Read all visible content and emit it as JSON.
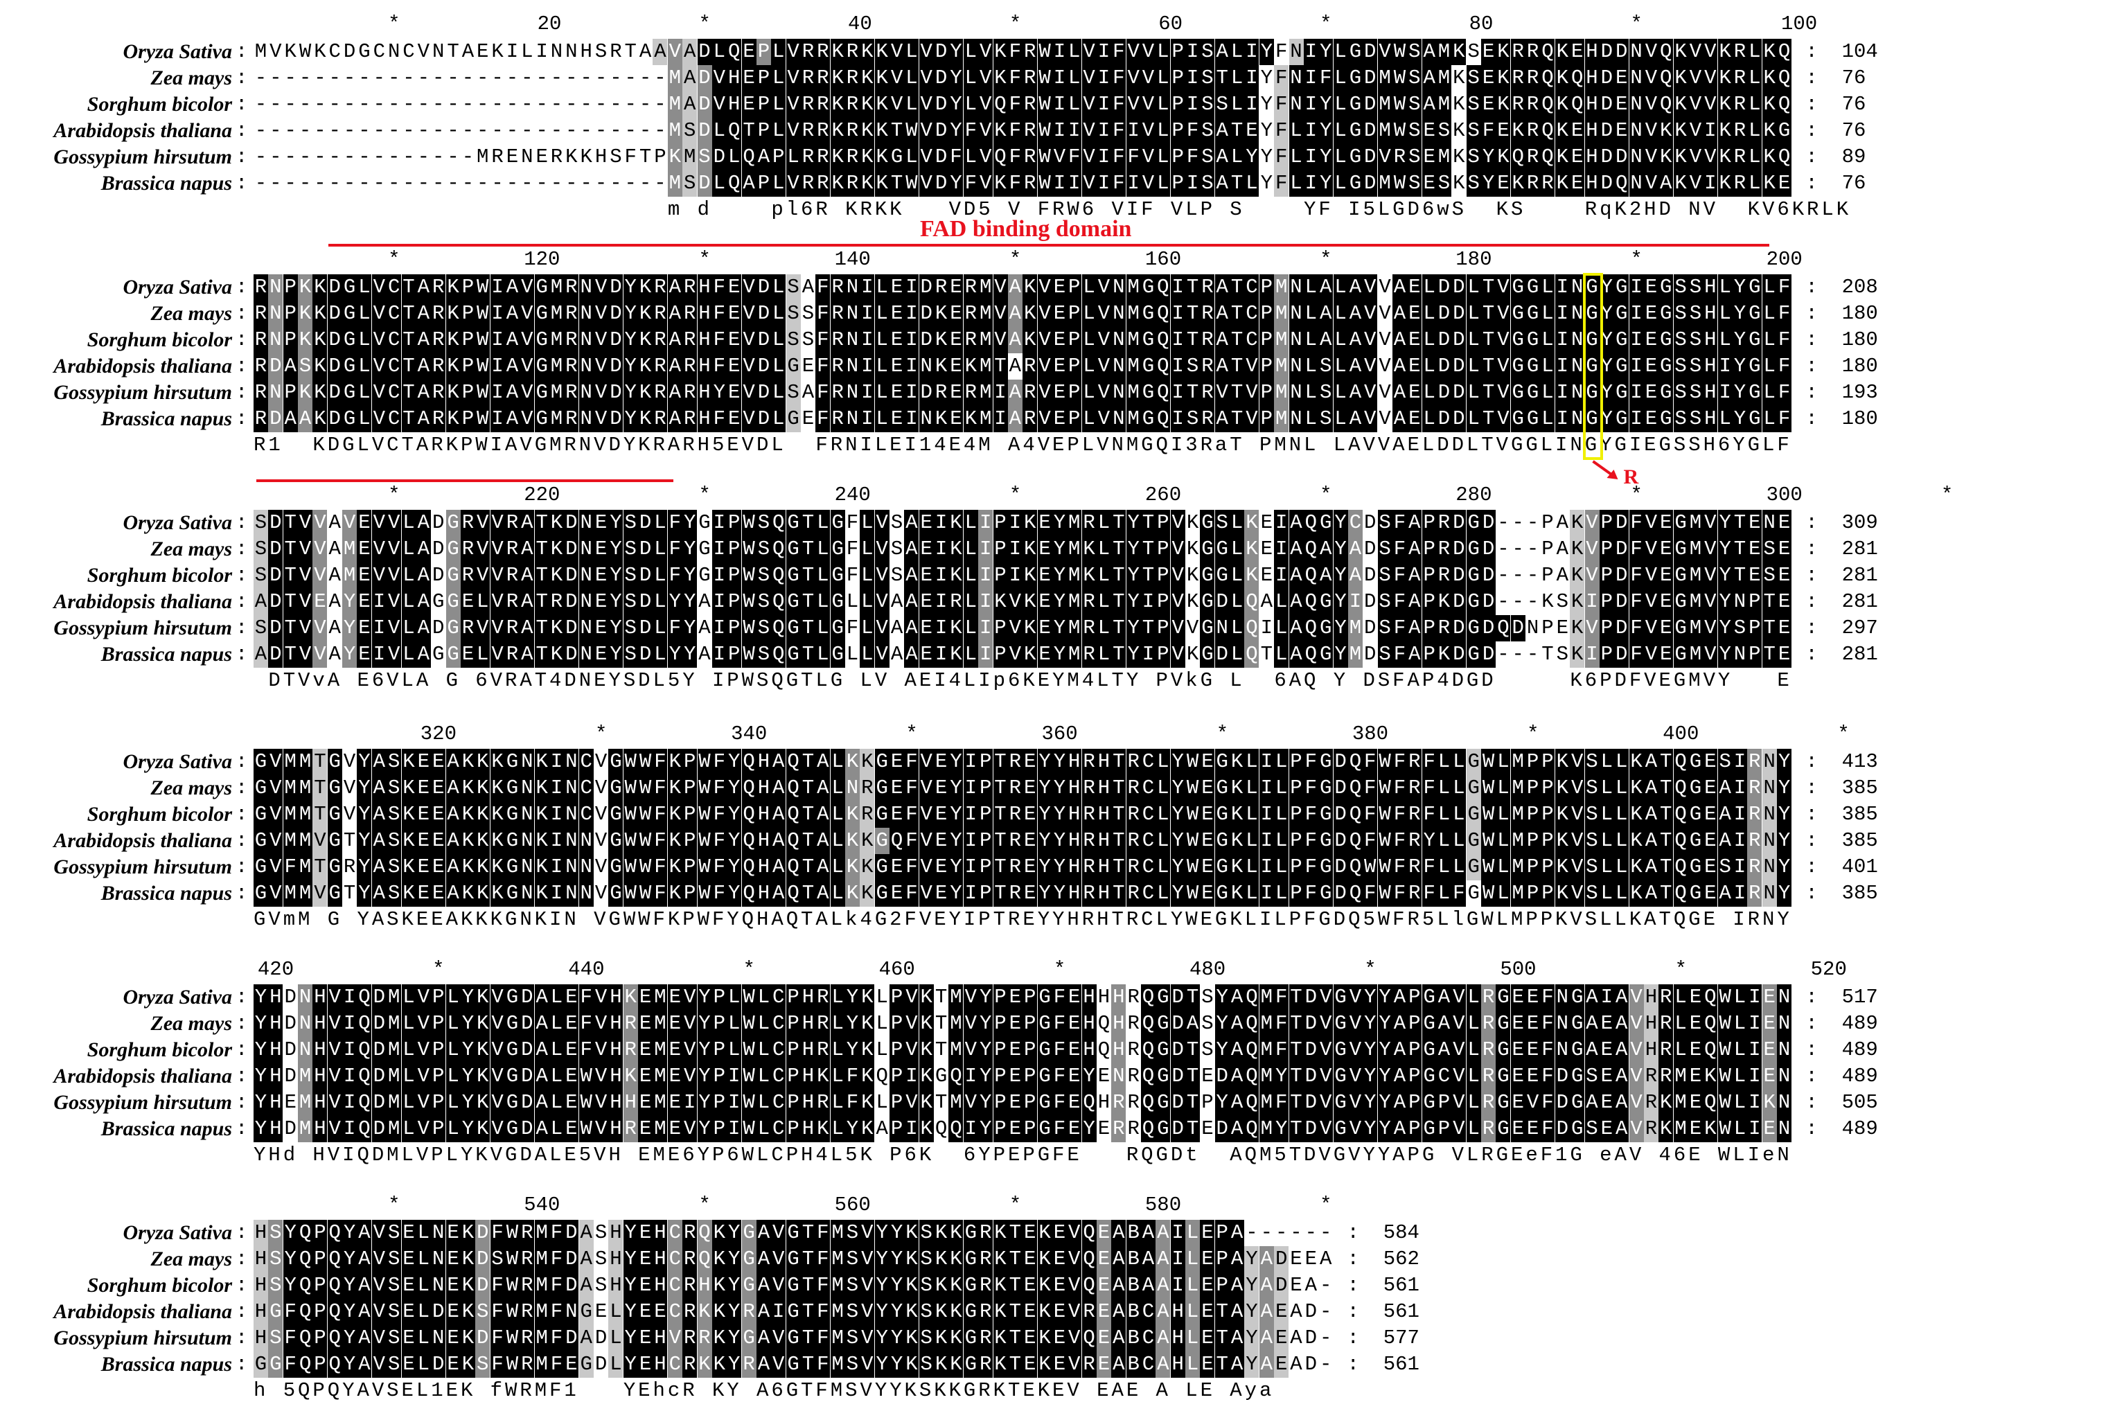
{
  "species": [
    "Oryza Sativa",
    "Zea mays",
    "Sorghum bicolor",
    "Arabidopsis thaliana",
    "Gossypium hirsutum",
    "Brassica napus"
  ],
  "annotation": {
    "domain_label": "FAD binding domain",
    "mutation_label": "R"
  },
  "colors": {
    "identical": "#000000",
    "similar_high": "#8c8c8c",
    "similar_low": "#c8c8c8",
    "domain": "#e8121e",
    "highlight": "#f0f000"
  },
  "blocks": [
    {
      "ruler": "         *         20         *         40         *         60         *         80         *         100",
      "rows": [
        {
          "seq": "MVKWKCDGCNCVNTAEKILINNHSRTAAVADLQEPLVRRKRKKVLVDYLVKFRWILVIFVVLPISALIYFNIYLGDVWSAMKSEKRRQKEHDDNVQKVVKRLKQ",
          "len": "104"
        },
        {
          "seq": "----------------------------MADVHEPLVRRKRKKVLVDYLVKFRWILVIFVVLPISTLIYFNIFLGDMWSAMKSEKRRQKQHDENVQKVVKRLKQ",
          "len": "76"
        },
        {
          "seq": "----------------------------MADVHEPLVRRKRKKVLVDYLVQFRWILVIFVVLPISSLIYFNIYLGDMWSAMKSEKRRQKQHDENVQKVVKRLKQ",
          "len": "76"
        },
        {
          "seq": "----------------------------MSDLQTPLVRRKRKKTWVDYFVKFRWIIVIFIVLPFSATEYFLIYLGDMWSESKSFEKRQKEHDENVKKVIKRLKG",
          "len": "76"
        },
        {
          "seq": "---------------MRENERKKHSFTPKMSDLQAPLRRKRKKGLVDFLVQFRWVFVIFFVLPFSALYYFLIYLGDVRSEMKSYKQRQKEHDDNVKKVVKRLKQ",
          "len": "89"
        },
        {
          "seq": "----------------------------MSDLQAPLVRRKRKKTWVDYFVKFRWIIVIFIVLPISATLYFLIYLGDMWSESKSYEKRRKEHDQNVAKVIKRLKE",
          "len": "76"
        }
      ],
      "shade": [
        "wwwwwwwwwwwwwwwwwwwwwwwwwwwlglbbbbgbbbbbbbbbbbbbbbbbbbbbbbbbbbbbbbbbbwlbbbbbbbbbbbwbbbbbbbbbbbbbbbbbbbbbbbbbbbbbbbbbbbb",
        "wwwwwwwwwwwwwwwwwwwwwwwwwwwwglgbbbbbbbbbbbbbbbbbbbbbbbbbbbbbbbbbbbbbwlbbbbbbbbbbbwbbbbbbbbbbbbbbbbbbbbbbbbbbbbbbbbbbbbb",
        "wwwwwwwwwwwwwwwwwwwwwwwwwwwwglgbbbbbbbbbbbbbbbbbbbbbbbbbbbbbbbbbbbbbwlbbbbbbbbbbbwbbbbbbbbbbbbbbbbbbbbbbbbbbbbbbbbbbbbb",
        "wwwwwwwwwwwwwwwwwwwwwwwwwwwwglgbbbbbbbbbbbbbbbbbbbbbbbbbbbbbbbbbbbbbwlbbbbbbbbbbbwbbbbbbbbbbbbbbbbbbbbbbbbbbbbbbbbbbbbb",
        "wwwwwwwwwwwwwwwwwwwwwwwwwwwwglgbbbbbbbbbbbbbbbbbbbbbbbbbbbbbbbbbbbbbwlbbbbbbbbbbbwbbbbbbbbbbbbbbbbbbbbbbbbbbbbbbbbbbbbb",
        "wwwwwwwwwwwwwwwwwwwwwwwwwwwwglgbbbbbbbbbbbbbbbbbbbbbbbbbbbbbbbbbbbbbwlbbbbbbbbbbbwbbbbbbbbbbbbbbbbbbbbbbbbbbbbbbbbbbbbb"
      ],
      "consensus": "                            m d    pl6R KRKK   VD5 V FRW6 VIF VLP S    YF I5LGD6wS  KS    RqK2HD NV  KV6KRLK"
    },
    {
      "ruler": "         *        120         *        140         *        160         *        180         *        200",
      "rows": [
        {
          "seq": "RNPKKDGLVCTARKPWIAVGMRNVDYKRARHFEVDLSAFRNILEIDRERMVAKVEPLVNMGQITRATCPMNLALAVVAELDDLTVGGLINGYGIEGSSHLYGLF",
          "len": "208"
        },
        {
          "seq": "RNPKKDGLVCTARKPWIAVGMRNVDYKRARHFEVDLSSFRNILEIDKERMVAKVEPLVNMGQITRATCPMNLALAVVAELDDLTVGGLINGYGIEGSSHLYGLF",
          "len": "180"
        },
        {
          "seq": "RNPKKDGLVCTARKPWIAVGMRNVDYKRARHFEVDLSSFRNILEIDKERMVAKVEPLVNMGQITRATCPMNLALAVVAELDDLTVGGLINGYGIEGSSHLYGLF",
          "len": "180"
        },
        {
          "seq": "RDASKDGLVCTARKPWIAVGMRNVDYKRARHFEVDLGEFRNILEINKEKMTARVEPLVNMGQISRATVPMNLSLAVVAELDDLTVGGLINGYGIEGSSHIYGLF",
          "len": "180"
        },
        {
          "seq": "RNPKKDGLVCTARKPWIAVGMRNVDYKRARHYEVDLSAFRNILEIDRERMIARVEPLVNMGQITRVTVPMNLSLAVVAELDDLTVGGLINGYGIEGSSHIYGLF",
          "len": "193"
        },
        {
          "seq": "RDAAKDGLVCTARKPWIAVGMRNVDYKRARHFEVDLGEFRNILEINKEKMIARVEPLVNMGQISRATVPMNLSLAVVAELDDLTVGGLINGYGIEGSSHLYGLF",
          "len": "180"
        }
      ],
      "shade": [
        "bgbgbbbbbbbbbbbbbbbbbbbbbbbbbbbbbbbblwbbbbbbbbbbbbbgbbbbbbbbbbbbbbbbbgbbbbbbwbbbbbbbbbbbbbbbbbbbbbbbbbbbbbbbbbbbbbbbbbb",
        "bgbgbbbbbbbbbbbbbbbbbbbbbbbbbbbbbbbblwbbbbbbbbbbbbbgbbbbbbbbbbbbbbbbbgbbbbbbwbbbbbbbbbbbbbbbbbbbbbbbbbbbbbbbbbbbbbbbbbb",
        "bgbgbbbbbbbbbbbbbbbbbbbbbbbbbbbbbbbblwbbbbbbbbbbbbbgbbbbbbbbbbbbbbbbbgbbbbbbwbbbbbbbbbbbbbbbbbbbbbbbbbbbbbbbbbbbbbbbbbb",
        "bgbgbbbbbbbbbbbbbbbbbbbbbbbbbbbbbbbblwbbbbbbbbbbbbbwbbbbbbbbbbbbbbbbbgbbbbbbwbbbbbbbbbbbbbbbbbbbbbbbbbbbbbbbbbbbbbbbbbb",
        "bgbgbbbbbbbbbbbbbbbbbbbbbbbbbbbbbbbblwbbbbbbbbbbbbbgbbbbbbbbbbbbbbbbbgbbbbbbwbbbbbbbbbbbbbbbbbbbbbbbbbbbbbbbbbbbbbbbbbb",
        "bgbgbbbbbbbbbbbbbbbbbbbbbbbbbbbbbbbblwbbbbbbbbbbbbbgbbbbbbbbbbbbbbbbbgbbbbbbwbbbbbbbbbbbbbbbbbbbbbbbbbbbbbbbbbbbbbbbbbb"
      ],
      "consensus": "R1  KDGLVCTARKPWIAVGMRNVDYKRARH5EVDL  FRNILEI14E4M A4VEPLVNMGQI3RaT PMNL LAVVAELDDLTVGGLINGYGIEGSSH6YGLF"
    },
    {
      "ruler": "         *        220         *        240         *        260         *        280         *        300         *",
      "rows": [
        {
          "seq": "SDTVVAVEVVLADGRVVRATKDNEYSDLFYGIPWSQGTLGFLVSAEIKLIPIKEYMRLTYTPVKGSLKEIAQGYCDSFAPRDGD---PAKVPDFVEGMVYTENE",
          "len": "309"
        },
        {
          "seq": "SDTVVAMEVVLADGRVVRATKDNEYSDLFYGIPWSQGTLGFLVSAEIKLIPIKEYMKLTYTPVKGGLKEIAQAYADSFAPRDGD---PAKVPDFVEGMVYTESE",
          "len": "281"
        },
        {
          "seq": "SDTVVAMEVVLADGRVVRATKDNEYSDLFYGIPWSQGTLGFLVSAEIKLIPIKEYMKLTYTPVKGGLKEIAQAYADSFAPRDGD---PAKVPDFVEGMVYTESE",
          "len": "281"
        },
        {
          "seq": "ADTVEAYEIVLAGGELVRATRDNEYSDLYYAIPWSQGTLGLLVAAEIRLIKVKEYMRLTYIPVKGDLQALAQGYIDSFAPKDGD---KSKIPDFVEGMVYNPTE",
          "len": "281"
        },
        {
          "seq": "SDTVVAYEIVLADGRVVRATKDNEYSDLFYAIPWSQGTLGFLVAAEIKLIPVKEYMRLTYTPVVGNLQILAQGYMDSFAPRDGDQDNPEKVPDFVEGMVYSPTE",
          "len": "297"
        },
        {
          "seq": "ADTVVAYEIVLAGGELVRATKDNEYSDLYYAIPWSQGTLGLLVAAEIKLIPVKEYMRLTYIPVKGDLQTLAQGYMDSFAPKDGD---TSKIPDFVEGMVYNPTE",
          "len": "281"
        }
      ],
      "shade": [
        "lbbbgwgbbbbbwgbbbbbbbbbbbbbbbbwbbbbbbbbbwbbwbbbbbgbbbbbbbbbbbbbwbbbgwbbbbbgwbbbbbbbbbbwwwlgbbbbbbbbbbbbbwbgb",
        "lbbbgwgbbbbbwgbbbbbbbbbbbbbbbbwbbbbbbbbbwbbwbbbbbgbbbbbbbbbbbbbwbbbgwbbbbbgwbbbbbbbbbbwwwlgbbbbbbbbbbbbbwbgb",
        "lbbbgwgbbbbbwgbbbbbbbbbbbbbbbbwbbbbbbbbbwbbwbbbbbgbbbbbbbbbbbbbwbbbgwbbbbbgwbbbbbbbbbbwwwlgbbbbbbbbbbbbbwbgb",
        "lbbbgwgbbbbbwgbbbbbbbbbbbbbbbbwbbbbbbbbbwbbwbbbbbgbbbbbbbbbbbbbwbbbgwbbbbbgwbbbbbbbbbbwwwlgbbbbbbbbbbbbbwbgb",
        "lbbbgwgbbbbbwgbbbbbbbbbbbbbbbbwbbbbbbbbbwbbwbbbbbgbbbbbbbbbbbbbwbbbgwbbbbbgwbbbbbbbbbbwwwlgbbbbbbbbbbbbbwbgb",
        "lbbbgwgbbbbbwgbbbbbbbbbbbbbbbbwbbbbbbbbbwbbwbbbbbgbbbbbbbbbbbbbwbbbgwbbbbbgwbbbbbbbbbbwwwlgbbbbbbbbbbbbbwbgb"
      ],
      "consensus": " DTVvA E6VLA G 6VRAT4DNEYSDL5Y IPWSQGTLG LV AEI4LIp6KEYM4LTY PVkG L  6AQ Y DSFAP4DGD     K6PDFVEGMVY   E"
    },
    {
      "ruler": "           320         *        340         *        360         *        380         *        400         *",
      "rows": [
        {
          "seq": "GVMMTGVYASKEEAKKKGNKINCVGWWFKPWFYQHAQTALKKGEFVEYIPTREYYHRHTRCLYWEGKLILPFGDQFWFRFLLGWLMPPKVSLLKATQGESIRNY",
          "len": "413"
        },
        {
          "seq": "GVMMTGVYASKEEAKKKGNKINCVGWWFKPWFYQHAQTALNRGEFVEYIPTREYYHRHTRCLYWEGKLILPFGDQFWFRFLLGWLMPPKVSLLKATQGEAIRNY",
          "len": "385"
        },
        {
          "seq": "GVMMTGVYASKEEAKKKGNKINCVGWWFKPWFYQHAQTALKRGEFVEYIPTREYYHRHTRCLYWEGKLILPFGDQFWFRFLLGWLMPPKVSLLKATQGEAIRNY",
          "len": "385"
        },
        {
          "seq": "GVMMVGTYASKEEAKKKGNKINNVGWWFKPWFYQHAQTALKKGQFVEYIPTREYYHRHTRCLYWEGKLILPFGDQFWFRYLLGWLMPPKVSLLKATQGEAIRNY",
          "len": "385"
        },
        {
          "seq": "GVFMTGRYASKEEAKKKGNKINNVGWWFKPWFYQHAQTALKKGEFVEYIPTREYYHRHTRCLYWEGKLILPFGDQWWFRFLLGWLMPPKVSLLKATQGESIRNY",
          "len": "401"
        },
        {
          "seq": "GVMMVGTYASKEEAKKKGNKINNVGWWFKPWFYQHAQTALKKGEFVEYIPTREYYHRHTRCLYWEGKLILPFGDQFWFRFLFGWLMPPKVSLLKATQGEAIRNY",
          "len": "385"
        }
      ],
      "shade": [
        "bbbblbwbbbbbbbbbbbbbbbbwbbbbbbbbbbbbbbbbglbbbbbbbbbbbbbbbbbbbbbbbbbbbbbbbbbbbbbbbblbbbbbbbbbbbbbbbbbbglbbbb",
        "bbbblbwbbbbbbbbbbbbbbbbwbbbbbbbbbbbbbbbbglbbbbbbbbbbbbbbbbbbbbbbbbbbbbbbbbbbbbbbbblbbbbbbbbbbbbbbbbbbglbbbb",
        "bbbblbwbbbbbbbbbbbbbbbbwbbbbbbbbbbbbbbbbglbbbbbbbbbbbbbbbbbbbbbbbbbbbbbbbbbbbbbbbblbbbbbbbbbbbbbbbbbbglbbbb",
        "bbbblbwbbbbbbbbbbbbbbbbwbbbbbbbbbbbbbbbbglgbbbbbbbbbbbbbbbbbbbbbbbbbbbbbbbbbbbbbbblbbbbbbbbbbbbbbbbbbglbbbb",
        "bbbblbwbbbbbbbbbbbbbbbbwbbbbbbbbbbbbbbbbglbbbbbbbbbbbbbbbbbbbbbbbbbbbbbbbbbbbbbbbblbbbbbbbbbbbbbbbbbbglbbbb",
        "bbbblbwbbbbbbbbbbbbbbbbwbbbbbbbbbbbbbbbbglbbbbbbbbbbbbbbbbbbbbbbbbbbbbbbbbbbbbbbbbwbbbbbbbbbbbbbbbbbbglbbbb"
      ],
      "consensus": "GVmM G YASKEEAKKKGNKIN VGWWFKPWFYQHAQTALk4G2FVEYIPTREYYHRHTRCLYWEGKLILPFGDQ5WFR5LlGWLMPPKVSLLKATQGE IRNY"
    },
    {
      "ruler": "420         *        440         *        460         *        480         *        500         *        520",
      "rows": [
        {
          "seq": "YHDNHVIQDMLVPLYKVGDALEFVHKEMEVYPLWLCPHRLYKLPVKTMVYPEPGFEHHHRQGDTSYAQMFTDVGVYYAPGAVLRGEEFNGAIAVHRLEQWLIEN",
          "len": "517"
        },
        {
          "seq": "YHDNHVIQDMLVPLYKVGDALEFVHREMEVYPLWLCPHRLYKLPVKTMVYPEPGFEHQHRQGDASYAQMFTDVGVYYAPGAVLRGEEFNGAEAVHRLEQWLIEN",
          "len": "489"
        },
        {
          "seq": "YHDNHVIQDMLVPLYKVGDALEFVHREMEVYPLWLCPHRLYKLPVKTMVYPEPGFEHQHRQGDTSYAQMFTDVGVYYAPGAVLRGEEFNGAEAVHRLEQWLIEN",
          "len": "489"
        },
        {
          "seq": "YHDMHVIQDMLVPLYKVGDALEWVHKEMEVYPIWLCPHKLFKQPIKGQIYPEPGFEYENRQGDTEDAQMYTDVGVYYAPGCVLRGEEFDGSEAVRRMEKWLIEN",
          "len": "489"
        },
        {
          "seq": "YHEMHVIQDMLVPLYKVGDALEWVHHEMEIYPIWLCPHRLFKLPVKTMVYPEPGFEQHRRQGDTPYAQMFTDVGVYYAPGPVLRGEVFDGAEAVRKMEQWLIKN",
          "len": "505"
        },
        {
          "seq": "YHDMHVIQDMLVPLYKVGDALEWVHREMEVYPIWLCPHKLYKAPIKQQIYPEPGFEYERRQGDTEDAQMYTDVGVYYAPGPVLRGEEFDGSEAVRKMEKWLIEN",
          "len": "489"
        }
      ],
      "shade": [
        "bbwgbbbbbbbbbbbbbbbbbbbbbgbbbbbbbbbbbbbbbbwbbbwbbbbbbbbbbwgwbbbbwbbbbbbbbbbbbbbbbbbgbbbbbbbbbglbbbbbbbgbbbbb",
        "bbwgbbbbbbbbbbbbbbbbbbbbbgbbbbbbbbbbbbbbbbwbbbwbbbbbbbbbbwgwbbbbwbbbbbbbbbbbbbbbbbbgbbbbbbbbbglbbbbbbbgbbbbb",
        "bbwgbbbbbbbbbbbbbbbbbbbbbgbbbbbbbbbbbbbbbbwbbbwbbbbbbbbbbwgwbbbbwbbbbbbbbbbbbbbbbbbgbbbbbbbbbglbbbbbbbgbbbbb",
        "bbwgbbbbbbbbbbbbbbbbbbbbbgbbbbbbbbbbbbbbbbwbbbwbbbbbbbbbbwgwbbbbwbbbbbbbbbbbbbbbbbbgbbbbbbbbbglbbbbbbbgbbbbb",
        "bbwgbbbbbbbbbbbbbbbbbbbbbgbbbbbbbbbbbbbbbbwbbbwbbbbbbbbbbwgwbbbbwbbbbbbbbbbbbbbbbbbgbbbbbbbbbglbbbbbbbgbbbbb",
        "bbwgbbbbbbbbbbbbbbbbbbbbbgbbbbbbbbbbbbbbbbwbbbwbbbbbbbbbbwgwbbbbwbbbbbbbbbbbbbbbbbbgbbbbbbbbbglbbbbbbbgbbbbb"
      ],
      "consensus": "YHd HVIQDMLVPLYKVGDALE5VH EME6YP6WLCPH4L5K P6K  6YPEPGFE   RQGDt  AQM5TDVGVYYAPG VLRGEeF1G eAV 46E WLIeN"
    },
    {
      "ruler": "         *        540         *        560         *        580         *",
      "rows": [
        {
          "seq": "HSYQPQYAVSELNEKDFWRMFDASHYEHCRQKYGAVGTFMSVYYKSKKGRKTEKEVQEABAAILEPA------",
          "len": "584"
        },
        {
          "seq": "HSYQPQYAVSELNEKDSWRMFDASHYEHCRQKYGAVGTFMSVYYKSKKGRKTEKEVQEABAAILEPAYADEEA",
          "len": "562"
        },
        {
          "seq": "HSYQPQYAVSELNEKDFWRMFDASHYEHCRHKYGAVGTFMSVYYKSKKGRKTEKEVQEABAAILEPAYADEA-",
          "len": "561"
        },
        {
          "seq": "HGFQPQYAVSELDEKSFWRMFNGELYEECRKKYRAIGTFMSVYYKSKKGRKTEKEVREABCAHLETAYAEAD-",
          "len": "561"
        },
        {
          "seq": "HSFQPQYAVSELNEKDFWRMFDADLYEHVRRKYGAVGTFMSVYYKSKKGRKTEKEVQEABCAHLETAYAEAD-",
          "len": "577"
        },
        {
          "seq": "GGFQPQYAVSELDEKSFWRMFEGDLYEHCRKKYRAVGTFMSVYYKSKKGRKTEKEVREABCAHLETAYAEAD-",
          "len": "561"
        }
      ],
      "shade": [
        "lgbbbbbbbbbbbbbgbbbbbblwlbbbgbgbbgbbbbbbbbbbbbbbbbbbbbbbbgbbbgbgbbblgwwwww",
        "lgbbbbbbbbbbbbbgbbbbbblwlbbbgbgbbgbbbbbbbbbbbbbbbbbbbbbbbgbbbgbgbbblglwwww",
        "lgbbbbbbbbbbbbbgbbbbbblwlbbbgbgbbgbbbbbbbbbbbbbbbbbbbbbbbgbbbgbgbbblglwwww",
        "lgbbbbbbbbbbbbbgbbbbbblwlbbbgbgbbgbbbbbbbbbbbbbbbbbbbbbbbgbbbgbgbbblglwwww",
        "lgbbbbbbbbbbbbbgbbbbbblwlbbbgbgbbgbbbbbbbbbbbbbbbbbbbbbbbgbbbgbgbbblglwwww",
        "lgbbbbbbbbbbbbbgbbbbbblwlbbbgbgbbgbbbbbbbbbbbbbbbbbbbbbbbgbbbgbgbbblglwwww"
      ],
      "consensus": "h 5QPQYAVSEL1EK fWRMF1   YEhcR KY A6GTFMSVYYKSKKGRKTEKEV EAE A LE Aya"
    }
  ]
}
